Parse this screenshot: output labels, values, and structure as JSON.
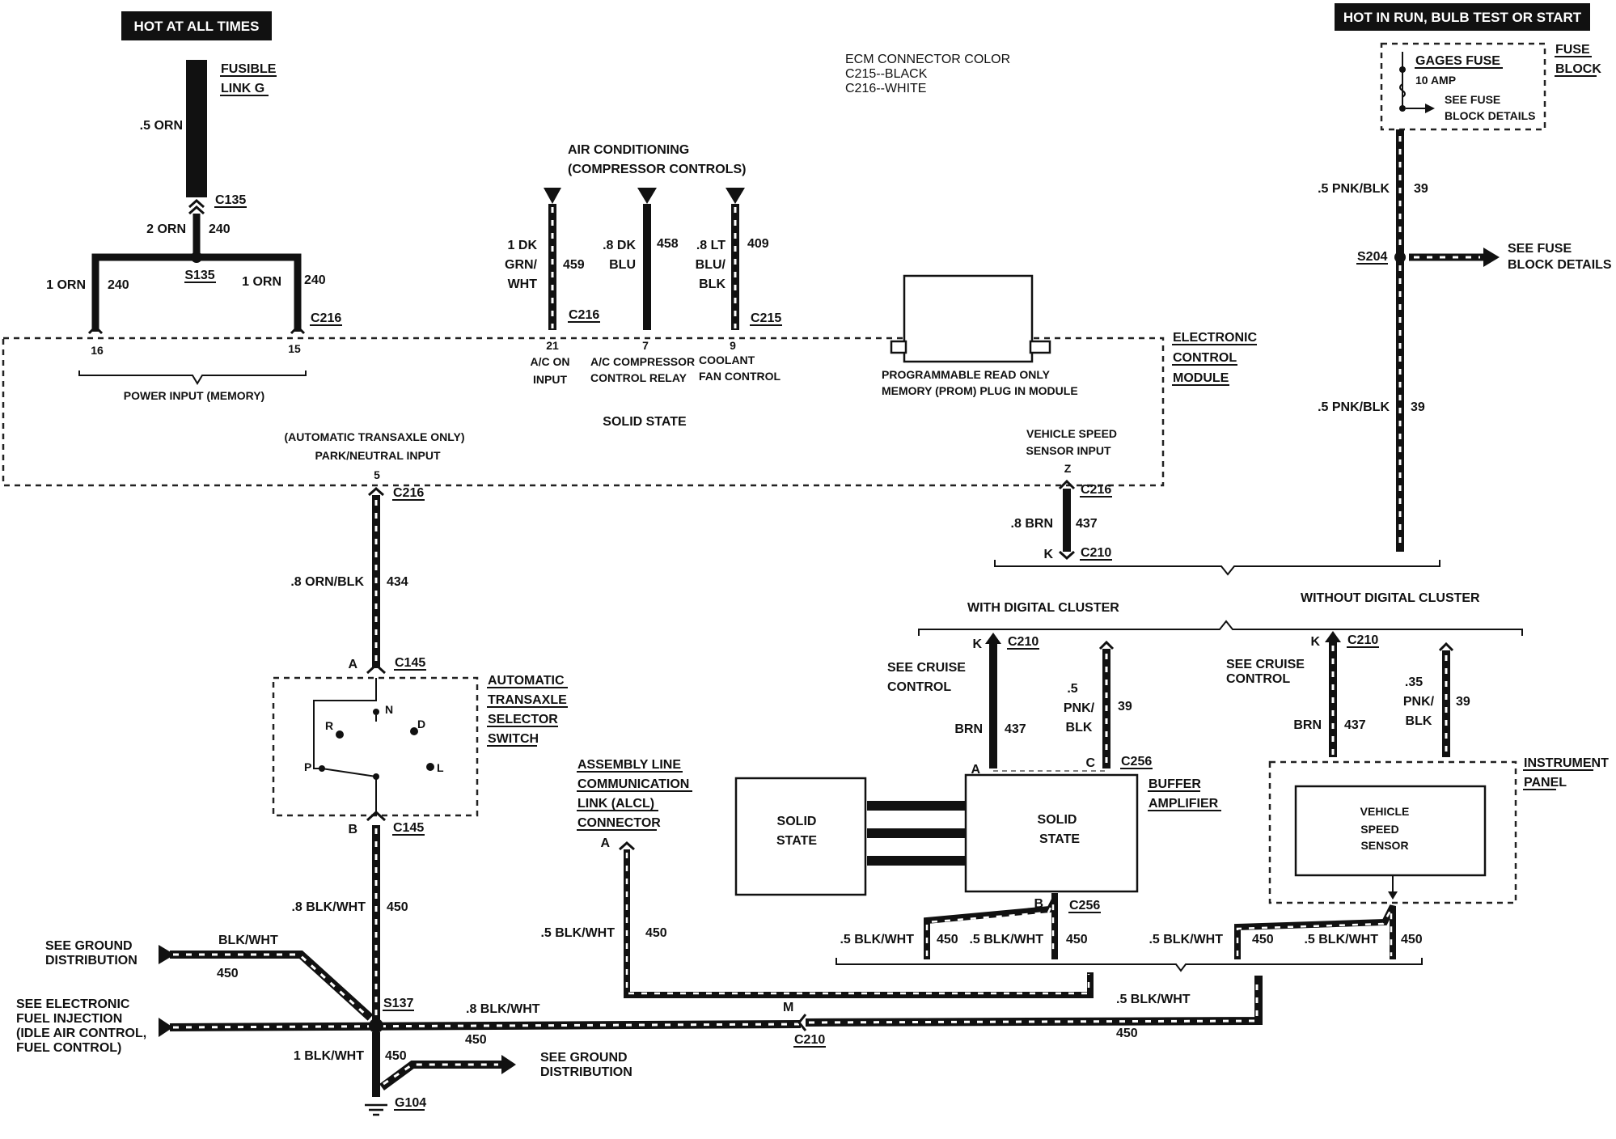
{
  "headers": {
    "hot_at_all_times": "HOT AT ALL TIMES",
    "hot_in_run": "HOT IN RUN, BULB TEST OR START"
  },
  "ecm_note": [
    "ECM CONNECTOR COLOR",
    "C215--BLACK",
    "C216--WHITE"
  ],
  "fuse_block": {
    "fuse_name": "GAGES FUSE",
    "rating": "10 AMP",
    "see_details": [
      "SEE FUSE",
      "BLOCK DETAILS"
    ],
    "label": [
      "FUSE",
      "BLOCK"
    ]
  },
  "fusible_link": {
    "label": [
      "FUSIBLE",
      "LINK G"
    ],
    "wire": ".5 ORN",
    "connector": "C135"
  },
  "power_feed": {
    "wire": "2 ORN",
    "circuit": "240",
    "splice": "S135",
    "left_wire": "1 ORN",
    "left_circuit": "240",
    "right_wire": "1 ORN",
    "right_circuit": "240",
    "connector": "C216",
    "pin_left": "16",
    "pin_right": "15",
    "group_label": "POWER INPUT (MEMORY)"
  },
  "air_conditioning": {
    "title": [
      "AIR CONDITIONING",
      "(COMPRESSOR CONTROLS)"
    ],
    "wire1": [
      "1 DK",
      "GRN/",
      "WHT"
    ],
    "circuit1": "459",
    "connector1": "C216",
    "pin1": "21",
    "func1": [
      "A/C ON",
      "INPUT"
    ],
    "wire2": [
      ".8 DK",
      "BLU"
    ],
    "circuit2": "458",
    "pin2": "7",
    "func2": [
      "A/C COMPRESSOR",
      "CONTROL RELAY"
    ],
    "wire3": [
      ".8 LT",
      "BLU/",
      "BLK"
    ],
    "circuit3": "409",
    "connector3": "C215",
    "pin3": "9",
    "func3": [
      "COOLANT",
      "FAN CONTROL"
    ]
  },
  "prom": [
    "PROGRAMMABLE READ ONLY",
    "MEMORY (PROM) PLUG IN MODULE"
  ],
  "ecm": {
    "label": [
      "ELECTRONIC",
      "CONTROL",
      "MODULE"
    ],
    "solid_state": "SOLID STATE",
    "auto_only": "(AUTOMATIC TRANSAXLE ONLY)",
    "park_neutral": "PARK/NEUTRAL INPUT",
    "pin_pn": "5",
    "vss_input": [
      "VEHICLE SPEED",
      "SENSOR INPUT"
    ],
    "pin_vss": "Z"
  },
  "fuse_feed": {
    "wire_top": ".5 PNK/BLK",
    "circuit": "39",
    "splice": "S204",
    "see_details": [
      "SEE FUSE",
      "BLOCK DETAILS"
    ],
    "wire_bottom": ".5 PNK/BLK"
  },
  "vss_wire": {
    "connector_top": "C216",
    "wire": ".8 BRN",
    "circuit": "437",
    "pin_bottom": "K",
    "connector_bottom": "C210"
  },
  "with_digital": {
    "title": "WITH DIGITAL CLUSTER",
    "pin_k": "K",
    "connector": "C210",
    "see_cruise": [
      "SEE CRUISE",
      "CONTROL"
    ],
    "brn": "BRN",
    "circuit_brn": "437",
    "pnk_wire": [
      ".5",
      "PNK/",
      "BLK"
    ],
    "circuit_pnk": "39",
    "pin_a": "A",
    "pin_c": "C",
    "connector_c256": "C256",
    "buffer_label": [
      "BUFFER",
      "AMPLIFIER"
    ],
    "solid_state": [
      "SOLID",
      "STATE"
    ],
    "pin_b": "B",
    "connector_b": "C256",
    "gnd_left_wire": ".5 BLK/WHT",
    "gnd_left_circuit": "450",
    "gnd_right_wire": ".5 BLK/WHT",
    "gnd_right_circuit": "450"
  },
  "without_digital": {
    "title": "WITHOUT DIGITAL CLUSTER",
    "pin_k": "K",
    "connector": "C210",
    "see_cruise": [
      "SEE CRUISE",
      "CONTROL"
    ],
    "brn": "BRN",
    "circuit_brn": "437",
    "pnk_wire": [
      ".35",
      "PNK/",
      "BLK"
    ],
    "circuit_pnk": "39",
    "panel_label": [
      "INSTRUMENT",
      "PANEL"
    ],
    "vss_label": [
      "VEHICLE",
      "SPEED",
      "SENSOR"
    ],
    "gnd_left_wire": ".5 BLK/WHT",
    "gnd_left_circuit": "450",
    "gnd_right_wire": ".5 BLK/WHT",
    "gnd_right_circuit": "450"
  },
  "solid_state_left": [
    "SOLID",
    "STATE"
  ],
  "pn_switch": {
    "connector_top_wire": "C216",
    "wire": ".8 ORN/BLK",
    "circuit": "434",
    "pin_a": "A",
    "connector_a": "C145",
    "label": [
      "AUTOMATIC",
      "TRANSAXLE",
      "SELECTOR",
      "SWITCH"
    ],
    "positions": [
      "P",
      "R",
      "N",
      "D",
      "L"
    ],
    "pin_b": "B",
    "connector_b": "C145",
    "wire_b": ".8 BLK/WHT",
    "circuit_b": "450"
  },
  "alcl": {
    "label": [
      "ASSEMBLY LINE",
      "COMMUNICATION",
      "LINK (ALCL)",
      "CONNECTOR"
    ],
    "pin": "A",
    "wire": ".5 BLK/WHT",
    "circuit": "450"
  },
  "ground": {
    "see_ground_1": [
      "SEE GROUND",
      "DISTRIBUTION"
    ],
    "wire_1": "BLK/WHT",
    "circuit_1": "450",
    "see_efi": [
      "SEE ELECTRONIC",
      "FUEL INJECTION",
      "(IDLE AIR CONTROL,",
      "FUEL CONTROL)"
    ],
    "splice": "S137",
    "bus_wire": ".8 BLK/WHT",
    "bus_circuit": "450",
    "conn_pin": "M",
    "connector": "C210",
    "right_wire": ".5 BLK/WHT",
    "right_circuit": "450",
    "bottom_wire": "1 BLK/WHT",
    "bottom_circuit": "450",
    "see_ground_2": [
      "SEE GROUND",
      "DISTRIBUTION"
    ],
    "ground_point": "G104"
  }
}
